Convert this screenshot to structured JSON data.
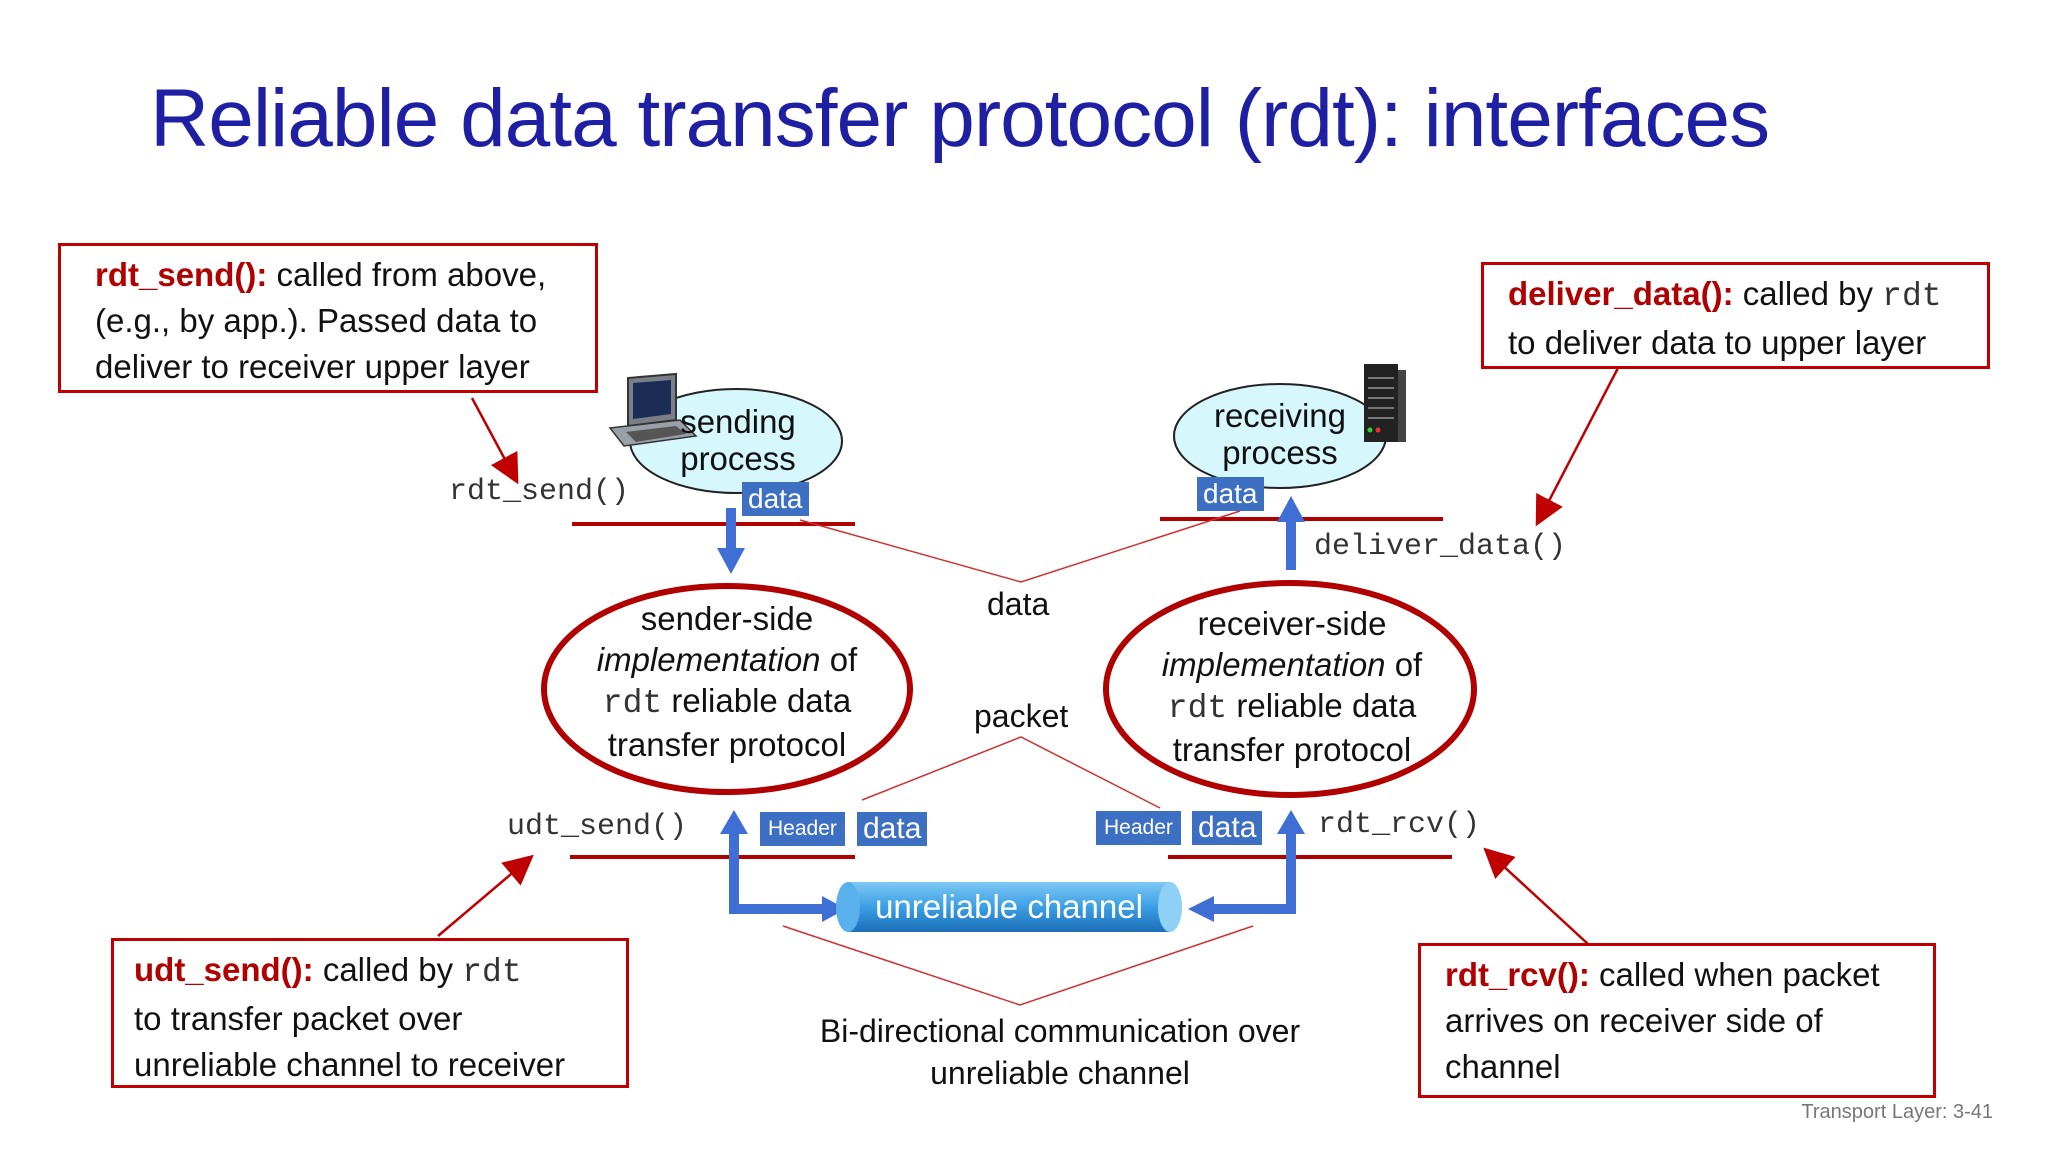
{
  "title": "Reliable data transfer protocol (rdt): interfaces",
  "callouts": {
    "rdt_send": {
      "fn": "rdt_send():",
      "line1": " called from above,",
      "line2": "(e.g., by app.). Passed data to",
      "line3": "deliver to receiver upper layer"
    },
    "deliver_data": {
      "fn": "deliver_data():",
      "line1a": " called by ",
      "code": "rdt",
      "line2": "to deliver data to upper layer"
    },
    "udt_send": {
      "fn": "udt_send():",
      "line1a": " called by ",
      "code": "rdt",
      "line2": "to transfer packet over",
      "line3": "unreliable channel to receiver"
    },
    "rdt_rcv": {
      "fn": "rdt_rcv():",
      "line1": " called when packet",
      "line2": "arrives on receiver side of",
      "line3": "channel"
    }
  },
  "labels": {
    "rdt_send_call": "rdt_send()",
    "deliver_data_call": "deliver_data()",
    "udt_send_call": "udt_send()",
    "rdt_rcv_call": "rdt_rcv()",
    "data_mid": "data",
    "packet_mid": "packet",
    "bidir_line1": "Bi-directional communication over",
    "bidir_line2": "unreliable channel"
  },
  "processes": {
    "sending": {
      "line1": "sending",
      "line2": "process"
    },
    "receiving": {
      "line1": "receiving",
      "line2": "process"
    }
  },
  "implementations": {
    "sender": {
      "line1": "sender-side",
      "italic": "implementation",
      "of": " of",
      "code": "rdt",
      "rest": " reliable data",
      "line4": "transfer protocol"
    },
    "receiver": {
      "line1": "receiver-side",
      "italic": "implementation",
      "of": " of",
      "code": "rdt",
      "rest": "  reliable data",
      "line4": "transfer protocol"
    }
  },
  "boxes": {
    "data": "data",
    "header": "Header"
  },
  "channel": {
    "label": "unreliable channel"
  },
  "footer": "Transport Layer: 3-41",
  "colors": {
    "title": "#1f1fa3",
    "accent_red": "#c00000",
    "blue_box": "#3d6fc2",
    "arrow_blue": "#3f6fd4",
    "ellipse_fill": "#d6f7fb"
  },
  "icons": {
    "sender": "desktop-computer-icon",
    "receiver": "server-tower-icon"
  }
}
